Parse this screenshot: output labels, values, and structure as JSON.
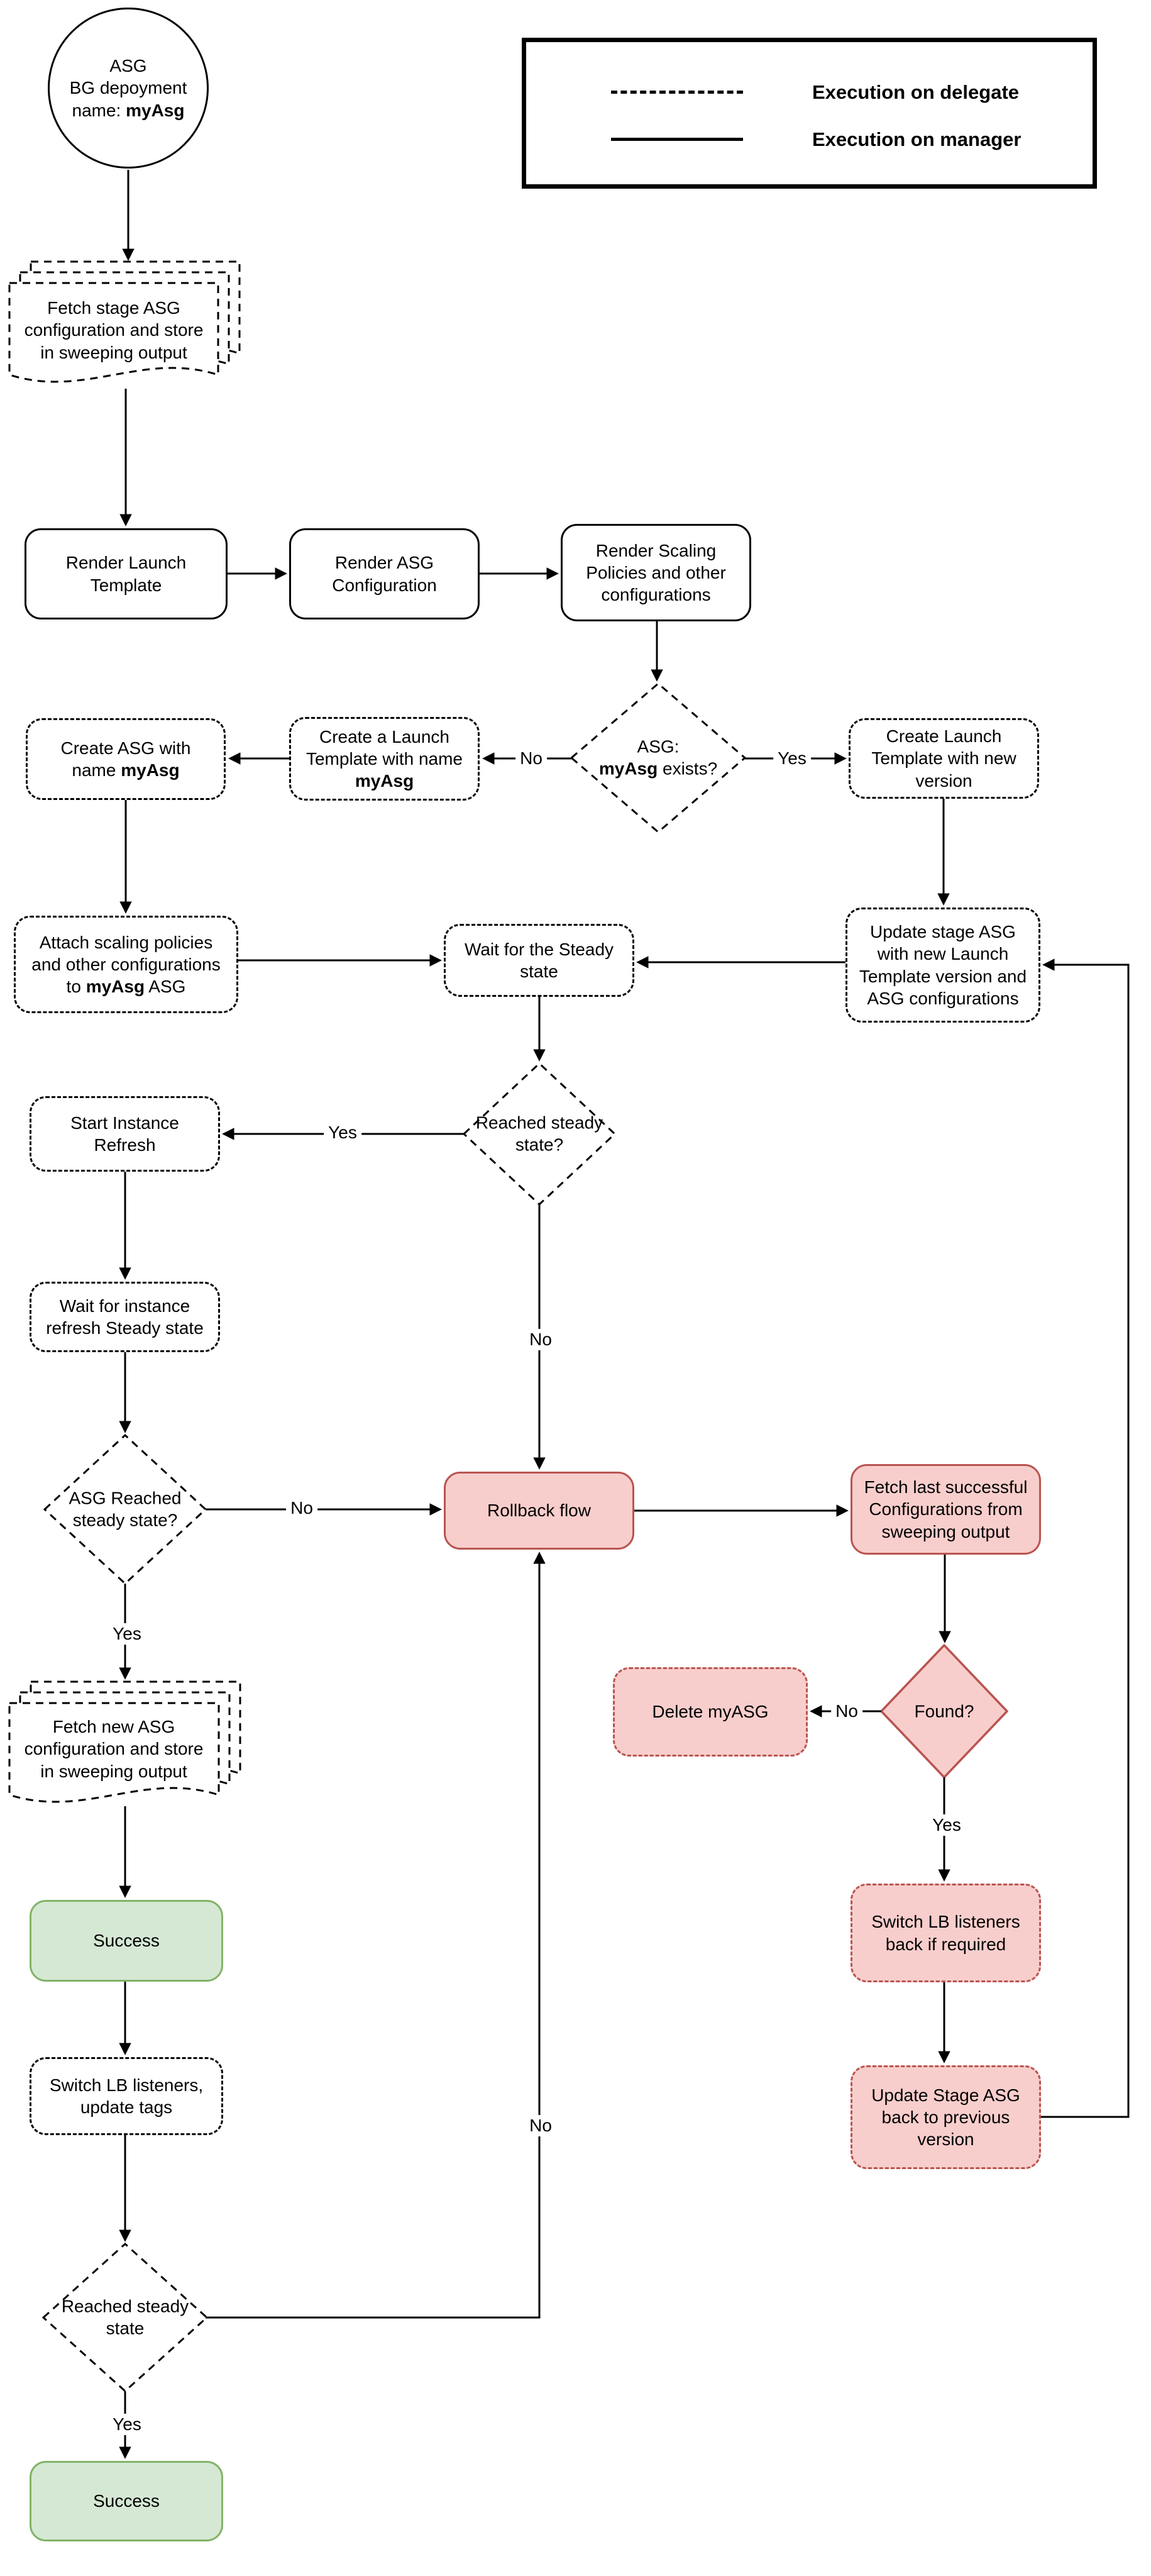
{
  "legend": {
    "delegate_label": "Execution on delegate",
    "manager_label": "Execution on manager"
  },
  "labels": {
    "yes": "Yes",
    "no": "No"
  },
  "start": {
    "line1": "ASG",
    "line2": "BG depoyment",
    "line3_prefix": "name: ",
    "line3_bold": "myAsg"
  },
  "nodes": {
    "fetch_stage": "Fetch stage ASG configuration and store in sweeping output",
    "render_launch": "Render Launch Template",
    "render_asg": "Render ASG Configuration",
    "render_scaling": "Render Scaling Policies and other configurations",
    "create_asg_prefix": "Create ASG with name ",
    "create_asg_bold": "myAsg",
    "create_launch_my_prefix": "Create a Launch Template with name ",
    "create_launch_my_bold": "myAsg",
    "exists_line1": "ASG:",
    "exists_bold": "myAsg",
    "exists_suffix": " exists?",
    "create_launch_new": "Create Launch Template with new version",
    "attach_prefix": "Attach scaling policies and other configurations to ",
    "attach_bold": "myAsg",
    "attach_suffix": " ASG",
    "wait_steady": "Wait for the Steady state",
    "update_stage": "Update stage ASG with new Launch Template version and ASG configurations",
    "reached_steady_q": "Reached steady state?",
    "start_instance": "Start Instance Refresh",
    "wait_instance": "Wait for instance refresh Steady state",
    "asg_reached_q": "ASG Reached steady state?",
    "rollback": "Rollback flow",
    "fetch_last": "Fetch last successful Configurations from sweeping output",
    "found_q": "Found?",
    "delete_myasg": "Delete myASG",
    "switch_lb_back": "Switch LB listeners back if required",
    "update_stage_back": "Update Stage ASG back to previous version",
    "fetch_new": "Fetch new ASG configuration and store in sweeping output",
    "success_top": "Success",
    "switch_lb_tags": "Switch LB listeners, update tags",
    "reached_steady": "Reached steady state",
    "success_bottom": "Success"
  },
  "colors": {
    "rollback_fill": "#f8cecc",
    "rollback_border": "#b85450",
    "success_fill": "#d5e8d4",
    "success_border": "#82b366",
    "line": "#000000"
  }
}
